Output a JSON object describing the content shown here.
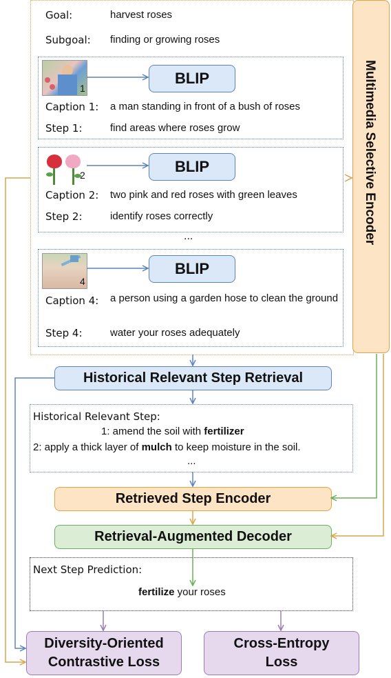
{
  "goal": {
    "label": "Goal:",
    "value": "harvest roses"
  },
  "subgoal": {
    "label": "Subgoal:",
    "value": "finding or growing roses"
  },
  "blip_label": "BLIP",
  "entries": [
    {
      "num": "1",
      "caption_label": "Caption 1:",
      "caption": "a man standing in front of a bush of roses",
      "step_label": "Step 1:",
      "step": "find areas where roses grow"
    },
    {
      "num": "2",
      "caption_label": "Caption 2:",
      "caption": "two pink and red roses with green leaves",
      "step_label": "Step 2:",
      "step": "identify roses correctly"
    },
    {
      "num": "4",
      "caption_label": "Caption 4:",
      "caption": "a person using a garden hose to clean the ground",
      "step_label": "Step 4:",
      "step": "water your roses adequately"
    }
  ],
  "ellipsis": "...",
  "multimedia_encoder": "Multimedia Selective Encoder",
  "retrieval_box": "Historical Relevant Step Retrieval",
  "historical": {
    "title": "Historical Relevant Step:",
    "line1_pre": "1: amend the soil with ",
    "line1_bold": "fertilizer",
    "line2_pre": "2: apply a thick layer of ",
    "line2_bold": "mulch",
    "line2_post": " to keep moisture in the soil.",
    "ellipsis": "..."
  },
  "retrieved_encoder": "Retrieved Step Encoder",
  "decoder": "Retrieval-Augmented Decoder",
  "prediction": {
    "title": "Next Step Prediction:",
    "bold": "fertilize",
    "rest": " your roses"
  },
  "loss_left": {
    "line1": "Diversity-Oriented",
    "line2": "Contrastive Loss"
  },
  "loss_right": {
    "line1": "Cross-Entropy",
    "line2": "Loss"
  },
  "colors": {
    "blue": "#5c82bf",
    "blue_fill": "#dbe8f8",
    "orange": "#e8a33d",
    "orange_fill": "#fde4c4",
    "green": "#6aad5a",
    "green_fill": "#dcedd5",
    "purple": "#9a7bb5",
    "purple_fill": "#e6d9ee"
  }
}
